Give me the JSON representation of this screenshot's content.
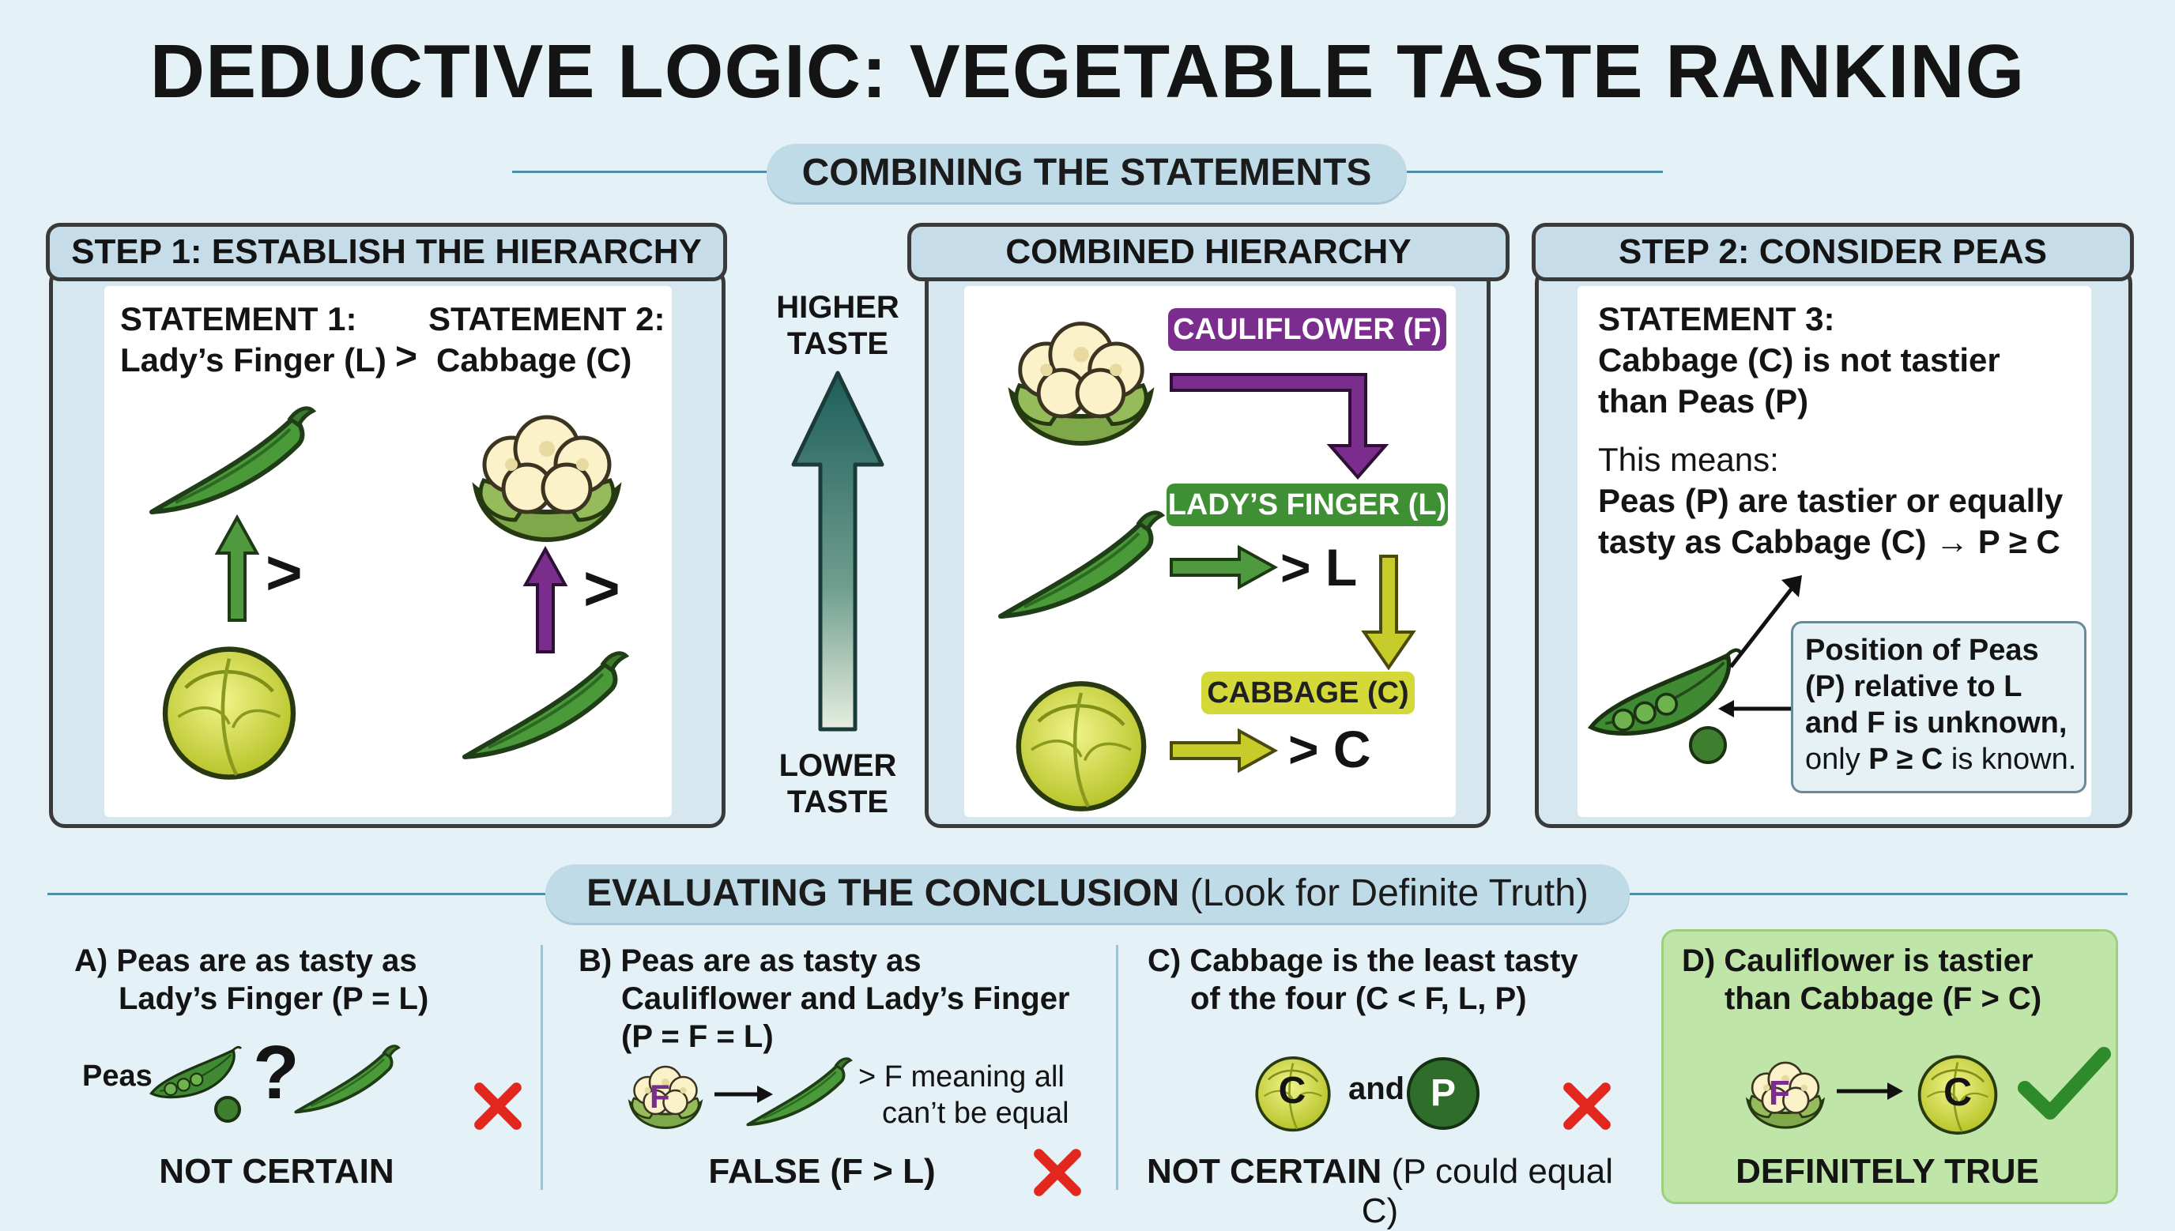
{
  "title": "DEDUCTIVE LOGIC: VEGETABLE TASTE RANKING",
  "combining": "COMBINING THE STATEMENTS",
  "step1": {
    "header": "STEP 1: ESTABLISH THE HIERARCHY",
    "s1_label": "STATEMENT 1:",
    "s2_label": "STATEMENT 2:",
    "s1_left": "Lady’s Finger (L)",
    "gt": ">",
    "s2_right": "Cabbage (C)",
    "gt_a": ">",
    "gt_b": ">"
  },
  "axis": {
    "higher_1": "HIGHER",
    "higher_2": "TASTE",
    "lower_1": "LOWER",
    "lower_2": "TASTE"
  },
  "combined": {
    "header": "COMBINED HIERARCHY",
    "cauliflower": "CAULIFLOWER (F)",
    "ladys_finger": "LADY’S FINGER (L)",
    "cabbage": "CABBAGE (C)",
    "gt_l": "> L",
    "gt_c": "> C",
    "colors": {
      "cauliflower": "#7a2d8c",
      "ladys_finger": "#3f8f35",
      "cabbage": "#c8cc2a"
    }
  },
  "step2": {
    "header": "STEP 2: CONSIDER PEAS",
    "line1": "STATEMENT 3:",
    "line2": "Cabbage (C) is not tastier",
    "line3": "than Peas (P)",
    "means": "This means:",
    "bold1": "Peas (P) are tastier or equally",
    "bold2": "tasty as Cabbage (C) → P ≥ C",
    "note1": "Position of Peas",
    "note2": "(P) relative to L",
    "note3": "and F is unknown,",
    "note4a": "only ",
    "note4b": "P ≥ C",
    "note4c": " is known."
  },
  "evaluating": {
    "bold": "EVALUATING THE CONCLUSION",
    "normal": "(Look for Definite Truth)"
  },
  "options": {
    "a": {
      "line1": "A) Peas are as tasty as",
      "line2": "Lady’s Finger (P = L)",
      "peas": "Peas",
      "q": "?",
      "verdict": "NOT CERTAIN"
    },
    "b": {
      "line1": "B) Peas are as tasty as",
      "line2": "Cauliflower and Lady’s Finger",
      "line3": "(P = F = L)",
      "f": "F",
      "note1": "> F meaning all",
      "note2": "can’t be equal",
      "verdict": "FALSE (F > L)"
    },
    "c": {
      "line1": "C) Cabbage is the least tasty",
      "line2": "of the four (C < F, L, P)",
      "c": "C",
      "and": "and",
      "p": "P",
      "verdict_bold": "NOT CERTAIN",
      "verdict_normal": " (P could equal C)"
    },
    "d": {
      "line1": "D) Cauliflower is tastier",
      "line2": "than Cabbage (F > C)",
      "f": "F",
      "c": "C",
      "verdict": "DEFINITELY TRUE"
    }
  }
}
